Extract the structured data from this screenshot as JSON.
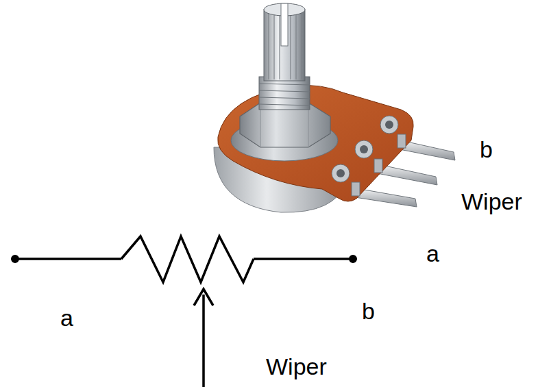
{
  "diagram": {
    "labels": [
      "b",
      "Wiper",
      "a",
      "a",
      "b",
      "Wiper"
    ]
  }
}
